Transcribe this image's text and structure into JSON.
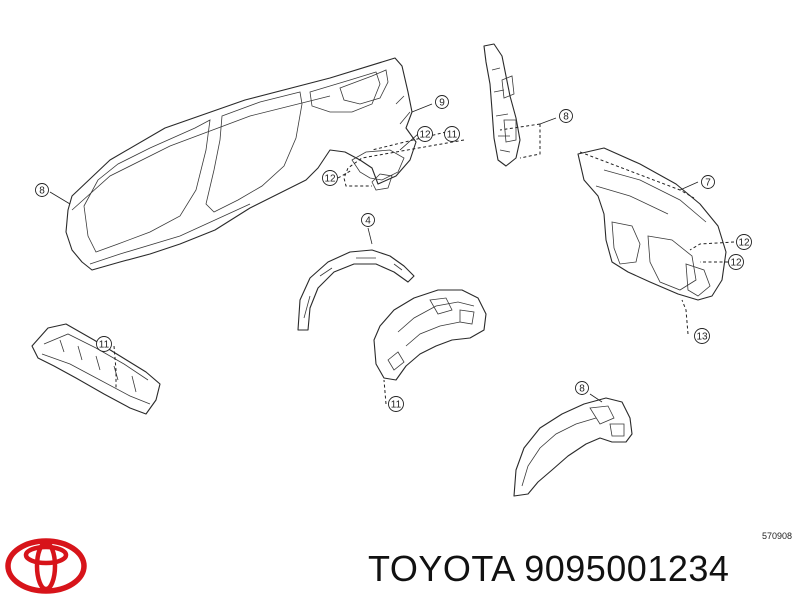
{
  "callouts": [
    {
      "id": "c8a",
      "label": "8"
    },
    {
      "id": "c9",
      "label": "9"
    },
    {
      "id": "c12a",
      "label": "12"
    },
    {
      "id": "c11a",
      "label": "11"
    },
    {
      "id": "c12b",
      "label": "12"
    },
    {
      "id": "c8b",
      "label": "8"
    },
    {
      "id": "c7",
      "label": "7"
    },
    {
      "id": "c12c",
      "label": "12"
    },
    {
      "id": "c12d",
      "label": "12"
    },
    {
      "id": "c4",
      "label": "4"
    },
    {
      "id": "c11b",
      "label": "11"
    },
    {
      "id": "c11c",
      "label": "11"
    },
    {
      "id": "c13",
      "label": "13"
    },
    {
      "id": "c8c",
      "label": "8"
    }
  ],
  "diagram_code": "570908",
  "footer": {
    "brand": "TOYOTA",
    "part_number": "9095001234",
    "title": "TOYOTA 9095001234"
  },
  "colors": {
    "logo": "#d7141a",
    "lines": "#2a2a2a",
    "background": "#ffffff"
  },
  "icons": {
    "logo": "toyota-logo-icon"
  }
}
